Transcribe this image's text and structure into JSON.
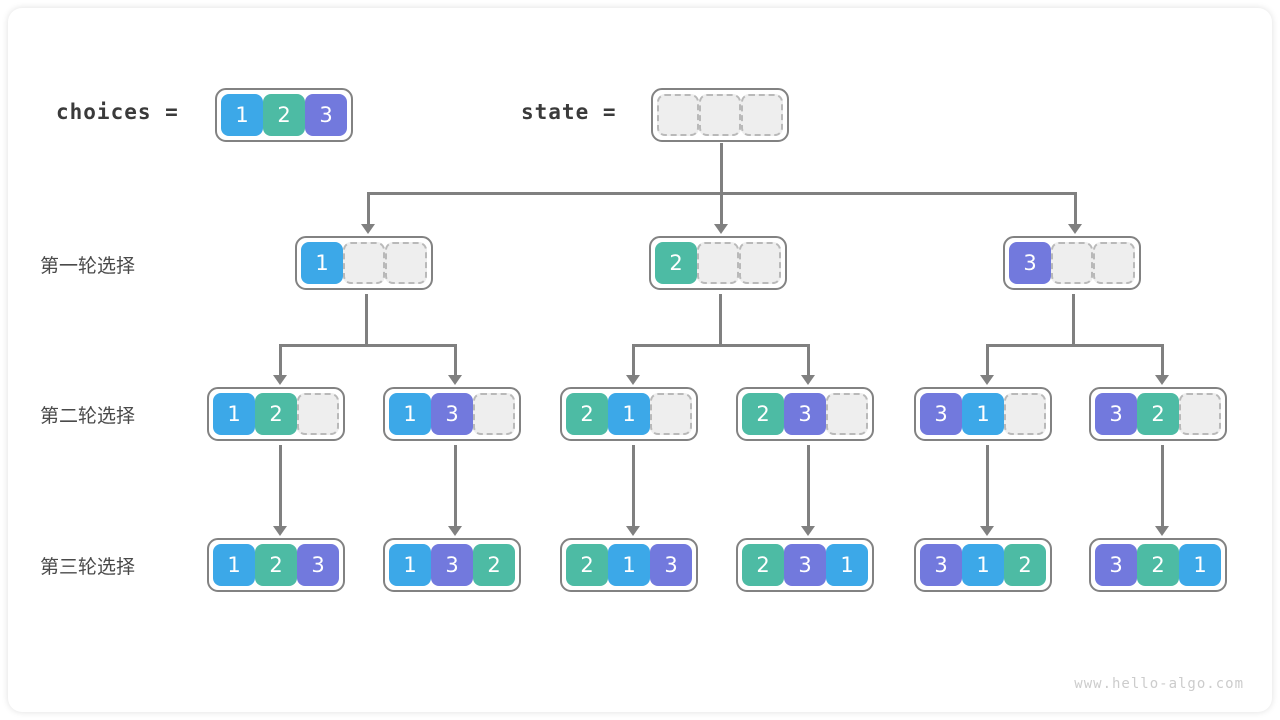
{
  "watermark": "www.hello-algo.com",
  "palette": {
    "blue": "#3ca8e8",
    "teal": "#4dbba4",
    "purple": "#7279dd",
    "empty_fill": "#eeeeee",
    "empty_border": "#b9b9b9",
    "node_border": "#828282",
    "connector": "#808080",
    "text_dark": "#3a3a3a",
    "label": "#4a4a4a",
    "watermark": "#cccccc",
    "card_bg": "#ffffff"
  },
  "header": {
    "choices_label": "choices  =",
    "choices_values": [
      "1",
      "2",
      "3"
    ],
    "state_label": "state  =",
    "state_values": [
      "",
      "",
      ""
    ]
  },
  "rows": [
    {
      "label": "第一轮选择"
    },
    {
      "label": "第二轮选择"
    },
    {
      "label": "第三轮选择"
    }
  ],
  "tree": {
    "root": {
      "values": [
        "",
        "",
        ""
      ]
    },
    "level1": [
      {
        "values": [
          "1",
          "",
          ""
        ]
      },
      {
        "values": [
          "2",
          "",
          ""
        ]
      },
      {
        "values": [
          "3",
          "",
          ""
        ]
      }
    ],
    "level2": [
      {
        "values": [
          "1",
          "2",
          ""
        ]
      },
      {
        "values": [
          "1",
          "3",
          ""
        ]
      },
      {
        "values": [
          "2",
          "1",
          ""
        ]
      },
      {
        "values": [
          "2",
          "3",
          ""
        ]
      },
      {
        "values": [
          "3",
          "1",
          ""
        ]
      },
      {
        "values": [
          "3",
          "2",
          ""
        ]
      }
    ],
    "level3": [
      {
        "values": [
          "1",
          "2",
          "3"
        ]
      },
      {
        "values": [
          "1",
          "3",
          "2"
        ]
      },
      {
        "values": [
          "2",
          "1",
          "3"
        ]
      },
      {
        "values": [
          "2",
          "3",
          "1"
        ]
      },
      {
        "values": [
          "3",
          "1",
          "2"
        ]
      },
      {
        "values": [
          "3",
          "2",
          "1"
        ]
      }
    ]
  }
}
